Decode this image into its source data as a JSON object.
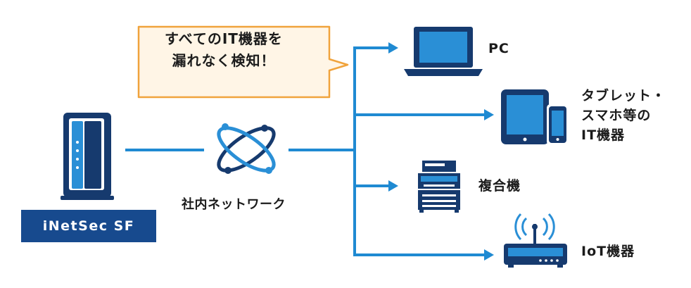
{
  "callout": {
    "line1": "すべてのIT機器を",
    "line2": "漏れなく検知！"
  },
  "product": {
    "name": "iNetSec SF"
  },
  "network": {
    "label": "社内ネットワーク"
  },
  "devices": {
    "pc": "PC",
    "tablet_line1": "タブレット・",
    "tablet_line2": "スマホ等の",
    "tablet_line3": "IT機器",
    "mfp": "複合機",
    "iot": "IoT機器"
  },
  "colors": {
    "line": "#1f8ad2",
    "navy": "#174a8e",
    "device": "#163a6e",
    "screen": "#2a8fd6",
    "callout_border": "#f0a33c",
    "callout_fill": "#fff5e6"
  }
}
